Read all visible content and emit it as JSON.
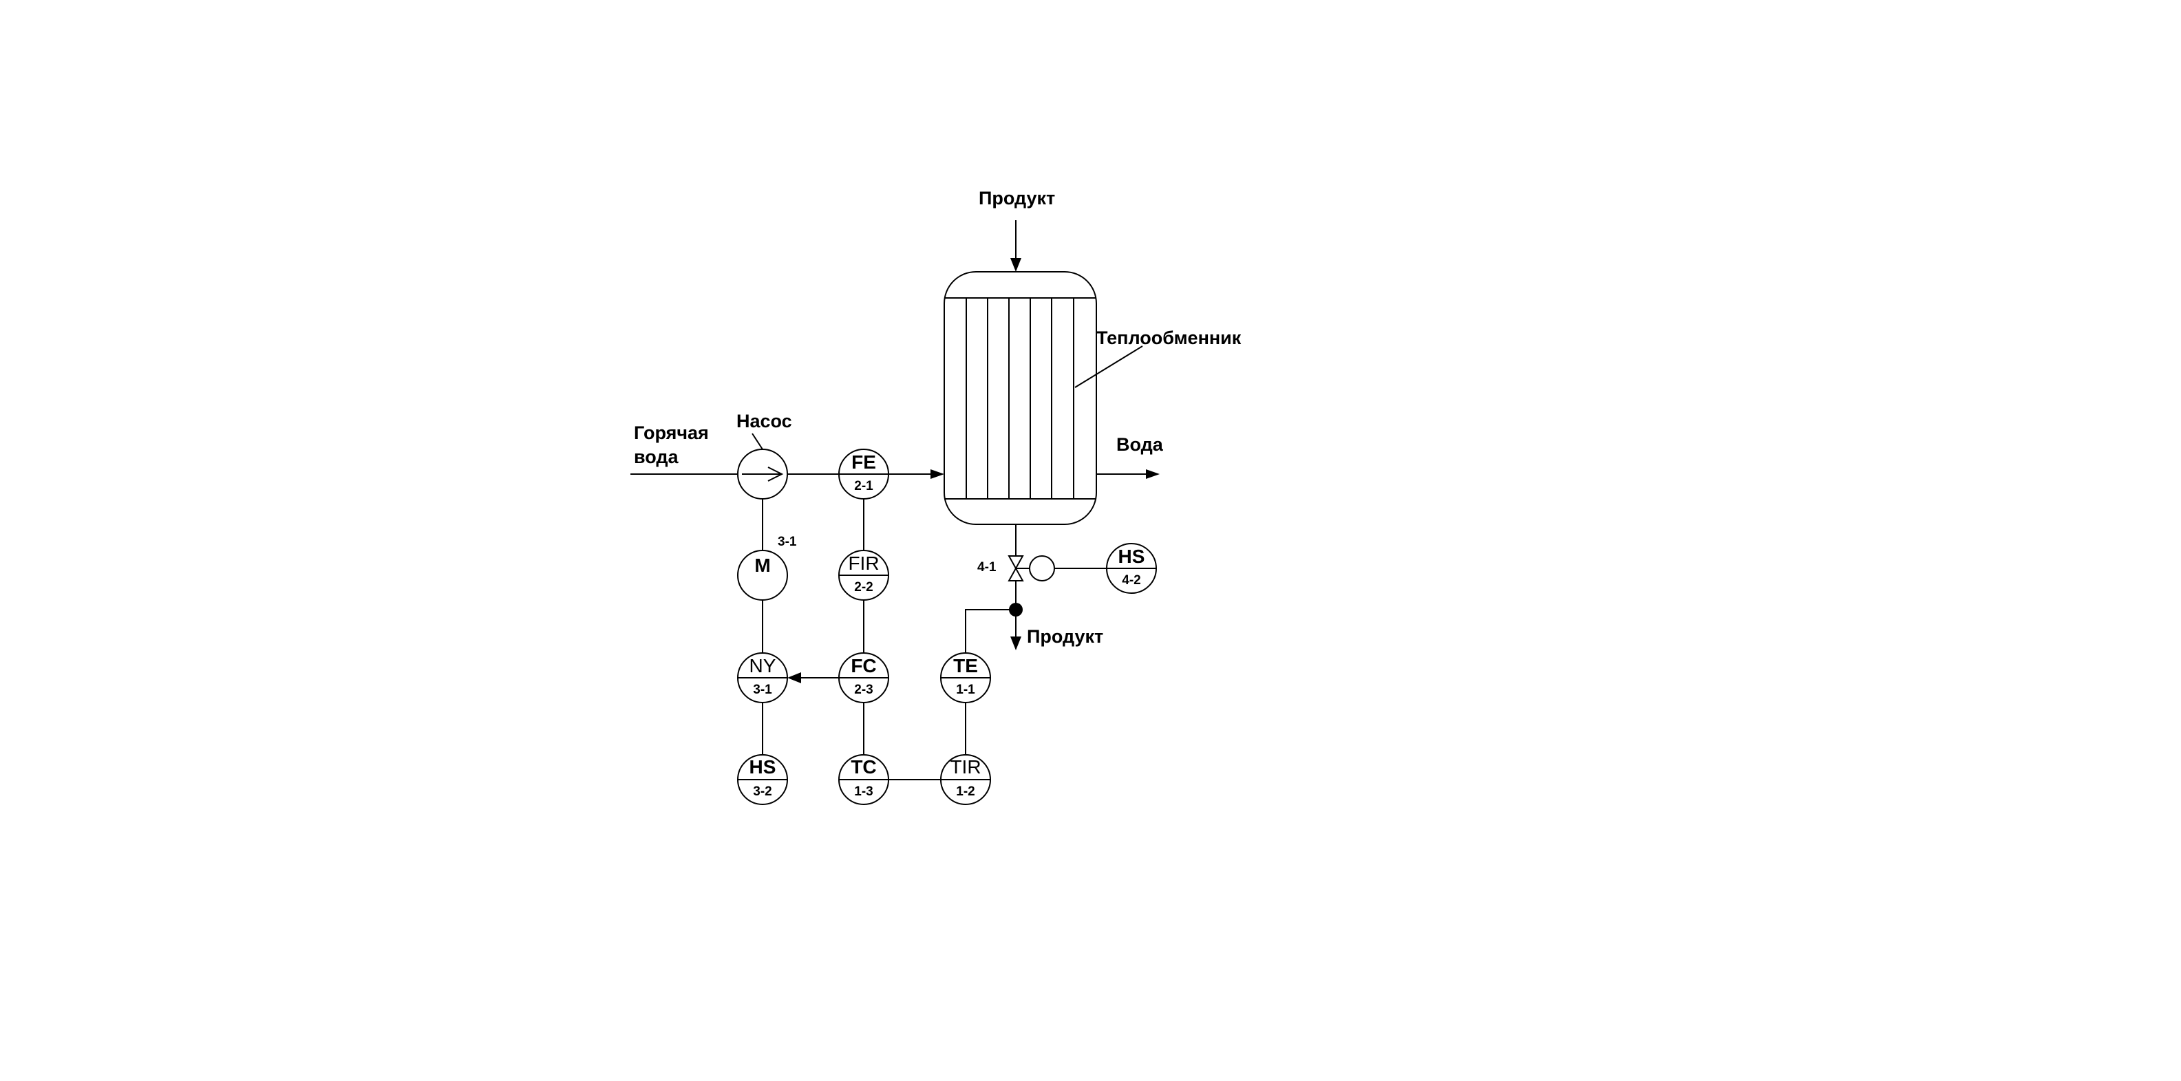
{
  "labels": {
    "product_in": "Продукт",
    "heat_exchanger": "Теплообменник",
    "hot_water_line1": "Горячая",
    "hot_water_line2": "вода",
    "pump": "Насос",
    "water_out": "Вода",
    "product_out": "Продукт",
    "motor_pos": "3-1",
    "valve_pos": "4-1"
  },
  "instruments": {
    "fe": {
      "tag": "FE",
      "num": "2-1"
    },
    "fir": {
      "tag": "FIR",
      "num": "2-2"
    },
    "fc": {
      "tag": "FC",
      "num": "2-3"
    },
    "tc": {
      "tag": "TC",
      "num": "1-3"
    },
    "te": {
      "tag": "TE",
      "num": "1-1"
    },
    "tir": {
      "tag": "TIR",
      "num": "1-2"
    },
    "ny": {
      "tag": "NY",
      "num": "3-1"
    },
    "hs32": {
      "tag": "HS",
      "num": "3-2"
    },
    "hs42": {
      "tag": "HS",
      "num": "4-2"
    },
    "motor": {
      "tag": "M"
    }
  },
  "colors": {
    "line": "#000000",
    "background": "#ffffff"
  }
}
